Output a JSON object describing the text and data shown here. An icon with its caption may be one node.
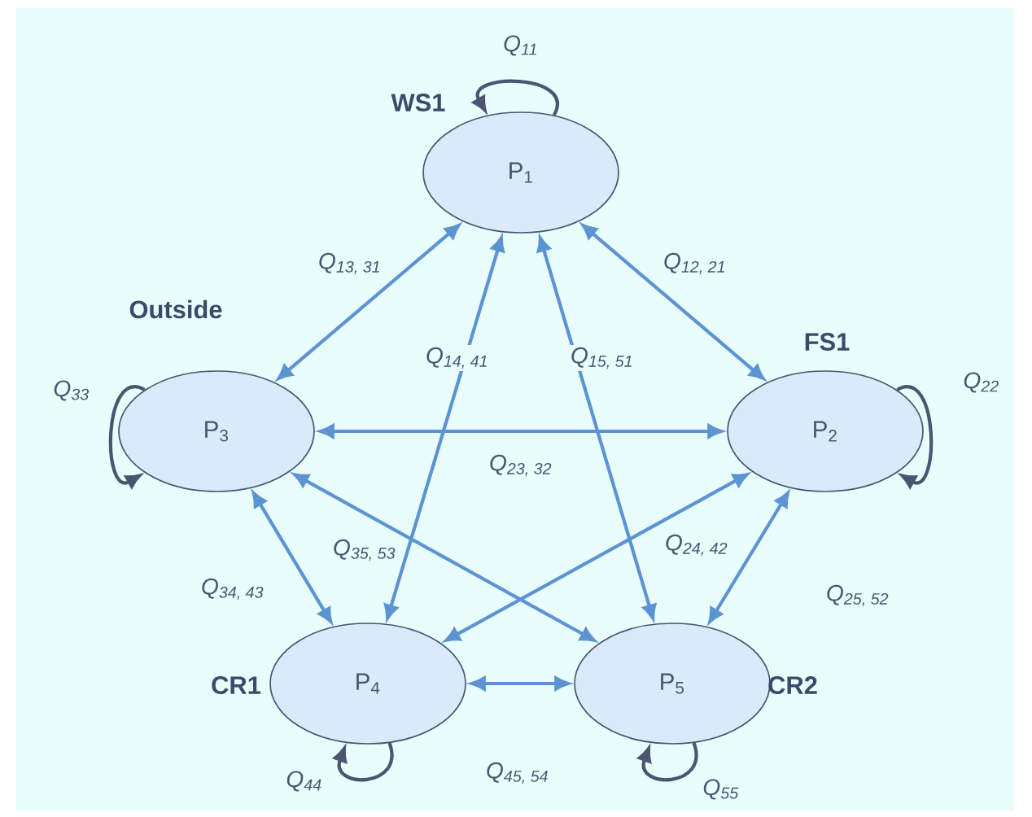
{
  "diagram": {
    "nodes": [
      {
        "text": [
          "P$_{1}$"
        ],
        "beside": [
          "WS1"
        ]
      },
      {
        "text": [
          "P$_{3}$"
        ],
        "beside": [
          "Outside"
        ]
      },
      {
        "text": [
          "P$_{2}$"
        ],
        "beside": [
          "FS1"
        ]
      },
      {
        "text": [
          "P$_{4}$"
        ],
        "beside": [
          "CR1"
        ]
      },
      {
        "text": [
          "P$_{5}$"
        ],
        "beside": [
          "CR2"
        ]
      }
    ],
    "edges": [
      {
        "from": 0,
        "to": 0,
        "arrow": "to",
        "label": "Q$_{11}$",
        "color": "#4a5570"
      },
      {
        "from": 1,
        "to": 1,
        "arrow": "to",
        "label": "Q$_{33}$",
        "color": "#4a5570"
      },
      {
        "from": 2,
        "to": 2,
        "arrow": "to",
        "label": "Q$_{22}$",
        "color": "#4a5570"
      },
      {
        "from": 0,
        "to": 1,
        "arrow": "both",
        "label": "Q$_{13, 31}$"
      },
      {
        "from": 0,
        "to": 2,
        "arrow": "both",
        "label": "Q$_{12, 21}$"
      },
      {
        "from": 0,
        "to": 3,
        "arrow": "both",
        "label": "Q$_{14, 41}$"
      },
      {
        "from": 0,
        "to": 4,
        "arrow": "both",
        "label": "Q$_{15, 51}$"
      },
      {
        "from": 1,
        "to": 2,
        "arrow": "both",
        "label": "Q$_{23, 32}$"
      },
      {
        "from": 1,
        "to": 4,
        "arrow": "both",
        "label": "Q$_{35,  53}$"
      },
      {
        "from": 2,
        "to": 3,
        "arrow": "both",
        "label": "Q$_{24, 42}$"
      },
      {
        "from": 1,
        "to": 3,
        "arrow": "both",
        "label": "Q$_{34, 43}$"
      },
      {
        "from": 2,
        "to": 4,
        "arrow": "both",
        "label": "Q$_{25, 52}$"
      },
      {
        "from": 3,
        "to": 4,
        "arrow": "both",
        "label": "Q$_{45, 54}$"
      },
      {
        "from": 3,
        "to": 3,
        "arrow": "to",
        "label": "Q$_{44}$",
        "color": "#4a5570"
      },
      {
        "from": 4,
        "to": 4,
        "arrow": "to",
        "label": "Q$_{55}$",
        "color": "#4a5570"
      }
    ]
  }
}
